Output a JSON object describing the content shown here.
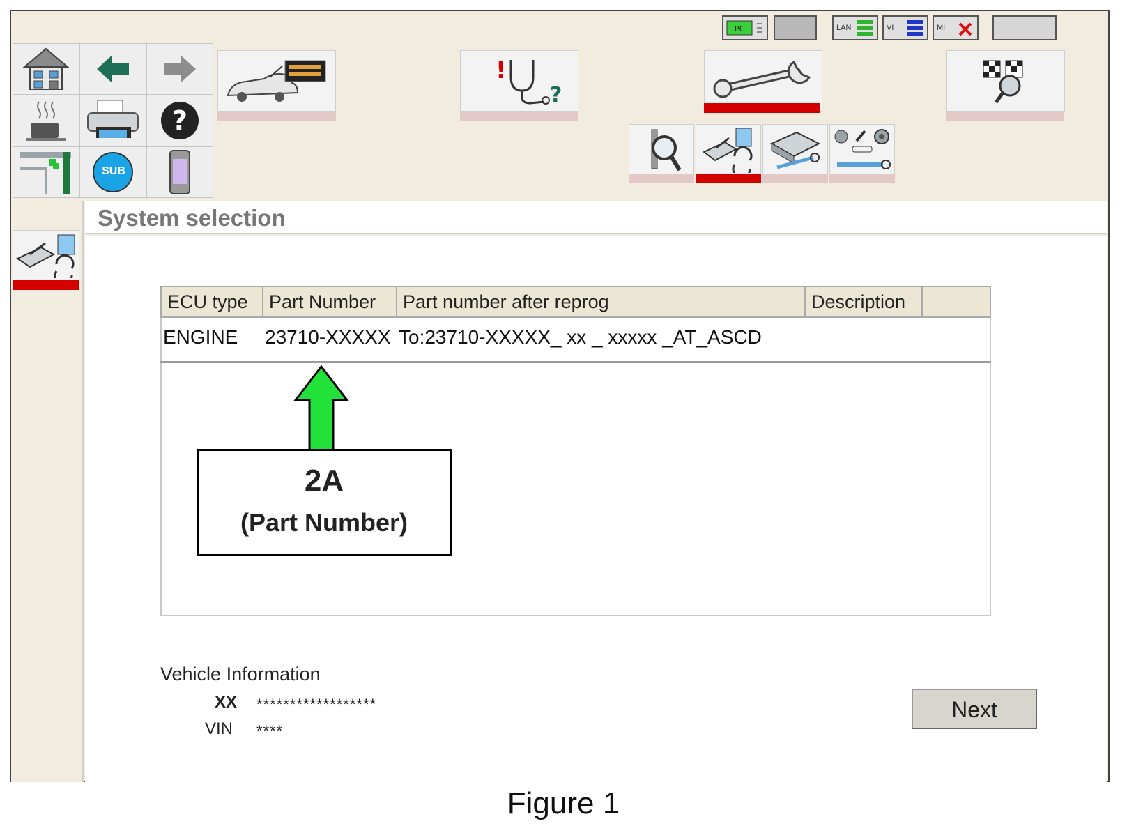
{
  "status_bar": {
    "indicators": [
      {
        "name": "pc",
        "label": "PC"
      },
      {
        "name": "battery",
        "label": ""
      },
      {
        "name": "lan",
        "label": "LAN"
      },
      {
        "name": "vi",
        "label": "VI"
      },
      {
        "name": "mi",
        "label": "MI"
      },
      {
        "name": "blank",
        "label": ""
      }
    ]
  },
  "toolbar": {
    "sub_label": "SUB"
  },
  "page_title": "System selection",
  "table": {
    "headers": [
      "ECU type",
      "Part Number",
      "Part number after reprog",
      "Description",
      ""
    ],
    "rows": [
      {
        "ecu_type": "ENGINE",
        "part_number": "23710-XXXXX",
        "after_reprog": "To:23710-XXXXX_ xx _ xxxxx _AT_ASCD",
        "description": ""
      }
    ]
  },
  "callout": {
    "title": "2A",
    "subtitle": "(Part Number)"
  },
  "vehicle_info": {
    "heading": "Vehicle Information",
    "rows": [
      {
        "key": "XX",
        "value": "******************"
      },
      {
        "key": "VIN",
        "value": "****"
      }
    ]
  },
  "next_label": "Next",
  "caption": "Figure 1",
  "colors": {
    "active_bar": "#d40000",
    "inactive_bar": "#e3c8c8",
    "arrow_fill": "#22e23a",
    "frame_bg": "#f1ecdd"
  }
}
